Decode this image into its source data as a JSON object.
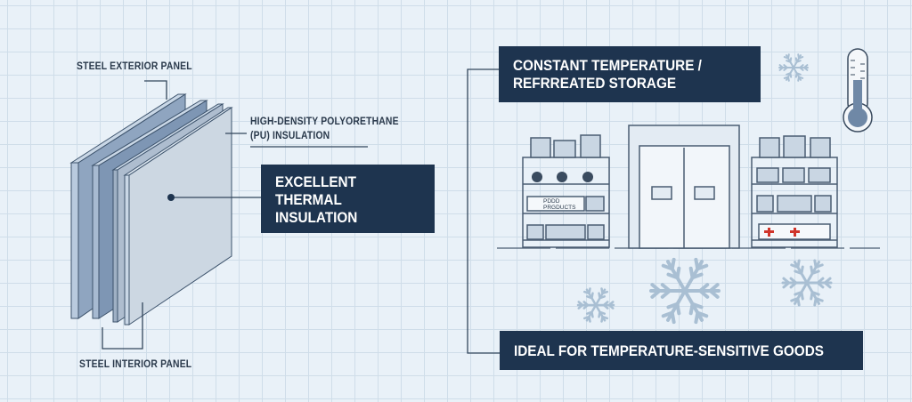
{
  "left": {
    "exterior_label": "STEEL EXTERIOR PANEL",
    "insulation_label_line1": "HIGH-DENSITY POLYORETHANE",
    "insulation_label_line2": "(PU) INSULATION",
    "callout_line1": "EXCELLENT",
    "callout_line2": "THERMAL",
    "callout_line3": "INSULATION",
    "interior_label": "STEEL INTERIOR PANEL"
  },
  "right": {
    "top_box_line1": "CONSTANT TEMPERATURE /",
    "top_box_line2": "REFRREATED STORAGE",
    "bottom_box": "IDEAL FOR TEMPERATURE-SENSITIVE GOODS",
    "shelf_sign_line1": "PDDD",
    "shelf_sign_line2": "PRGDUCTS"
  },
  "colors": {
    "navy": "#1e344f",
    "background": "#e9f1f8",
    "panel": "#8fa5c0",
    "snow": "#a9bfd3",
    "accent_red": "#d0352b"
  },
  "icons": [
    "thermometer-icon",
    "snowflake-icon",
    "apple-icon",
    "medical-icon"
  ]
}
